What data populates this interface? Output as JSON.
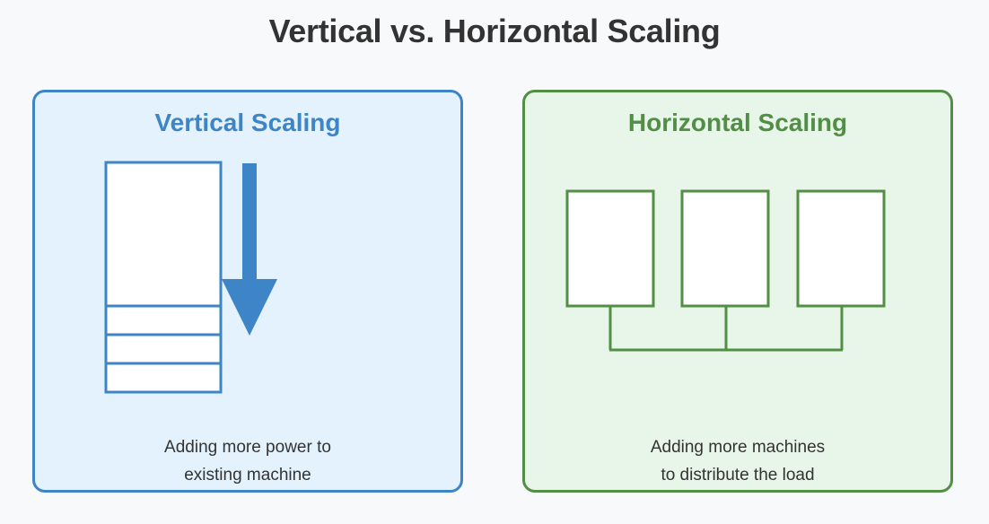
{
  "title": "Vertical vs. Horizontal Scaling",
  "colors": {
    "vertical_accent": "#3d85c6",
    "vertical_bg": "#e3f2fd",
    "horizontal_accent": "#528e45",
    "horizontal_bg": "#e8f5e9"
  },
  "vertical": {
    "heading": "Vertical Scaling",
    "caption_line1": "Adding more power to",
    "caption_line2": "existing machine",
    "machine_added_units": 3,
    "arrow": "down-arrow"
  },
  "horizontal": {
    "heading": "Horizontal Scaling",
    "caption_line1": "Adding more machines",
    "caption_line2": "to distribute the load",
    "machine_count": 3
  }
}
